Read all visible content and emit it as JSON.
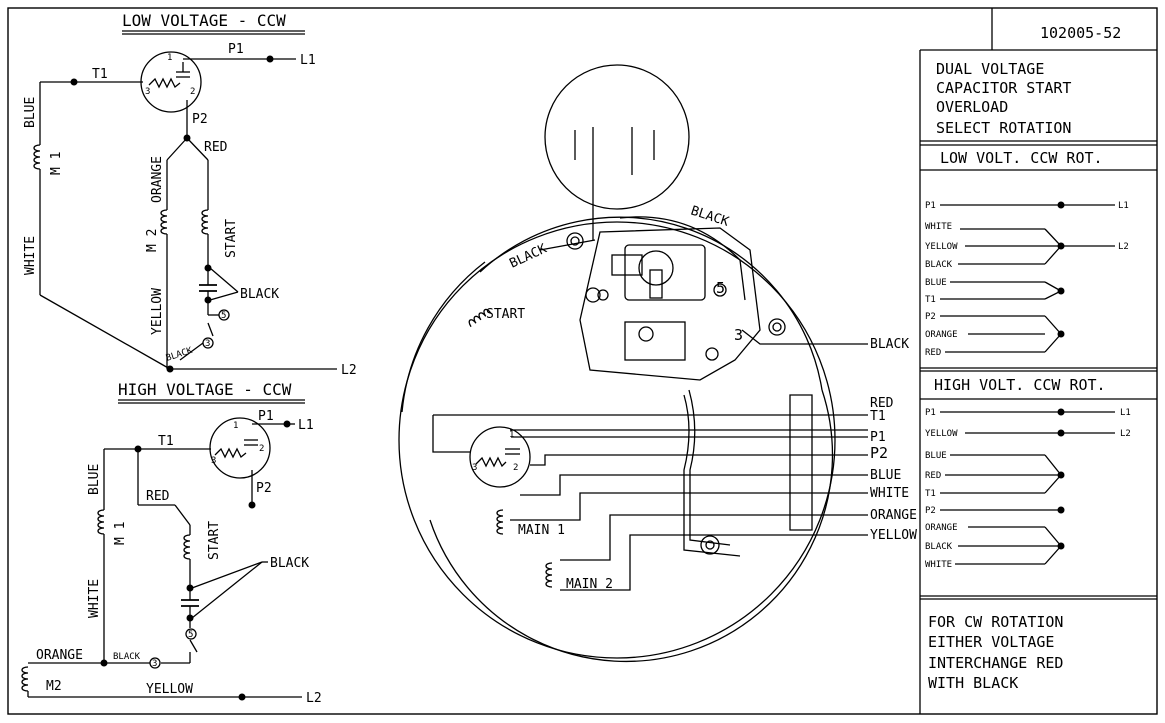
{
  "doc_number": "102005-52",
  "title_lines": [
    "DUAL VOLTAGE",
    "CAPACITOR START",
    "OVERLOAD",
    "SELECT ROTATION"
  ],
  "low_volt": {
    "title": "LOW VOLTAGE - CCW",
    "labels": {
      "p1": "P1",
      "l1": "L1",
      "t1": "T1",
      "p2": "P2",
      "red": "RED",
      "blue": "BLUE",
      "m1": "M 1",
      "orange": "ORANGE",
      "m2": "M 2",
      "start": "START",
      "white": "WHITE",
      "yellow": "YELLOW",
      "black": "BLACK",
      "black_small": "BLACK",
      "l2": "L2",
      "pin1": "1",
      "pin2": "2",
      "pin3": "3",
      "term5": "5",
      "term3": "3"
    }
  },
  "high_volt": {
    "title": "HIGH VOLTAGE - CCW",
    "labels": {
      "p1": "P1",
      "l1": "L1",
      "t1": "T1",
      "p2": "P2",
      "red": "RED",
      "blue": "BLUE",
      "m1": "M 1",
      "start": "START",
      "black": "BLACK",
      "white": "WHITE",
      "orange": "ORANGE",
      "black_small": "BLACK",
      "m2": "M2",
      "yellow": "YELLOW",
      "l2": "L2",
      "pin1": "1",
      "pin2": "2",
      "pin3": "3",
      "term5": "5",
      "term3": "3"
    }
  },
  "motor": {
    "labels": {
      "black_top": "BLACK",
      "black_left": "BLACK",
      "start": "START",
      "term5": "5",
      "term3": "3",
      "main1": "MAIN 1",
      "main2": "MAIN 2",
      "pin1": "1",
      "pin2": "2",
      "pin3": "3"
    },
    "leads": [
      "BLACK",
      "RED",
      "T1",
      "P1",
      "P2",
      "BLUE",
      "WHITE",
      "ORANGE",
      "YELLOW"
    ]
  },
  "low_volt_table": {
    "title": "LOW VOLT. CCW ROT.",
    "rows": [
      {
        "left": "P1",
        "right": "L1"
      },
      {
        "left": "WHITE"
      },
      {
        "left": "YELLOW",
        "right": "L2"
      },
      {
        "left": "BLACK"
      },
      {
        "left": "BLUE"
      },
      {
        "left": "T1"
      },
      {
        "left": "P2"
      },
      {
        "left": "ORANGE"
      },
      {
        "left": "RED"
      }
    ]
  },
  "high_volt_table": {
    "title": "HIGH VOLT. CCW ROT.",
    "rows": [
      {
        "left": "P1",
        "right": "L1"
      },
      {
        "left": "YELLOW",
        "right": "L2"
      },
      {
        "left": "BLUE"
      },
      {
        "left": "RED"
      },
      {
        "left": "T1"
      },
      {
        "left": "P2"
      },
      {
        "left": "ORANGE"
      },
      {
        "left": "BLACK"
      },
      {
        "left": "WHITE"
      }
    ]
  },
  "note_lines": [
    "FOR CW ROTATION",
    "EITHER VOLTAGE",
    "INTERCHANGE RED",
    "WITH BLACK"
  ]
}
